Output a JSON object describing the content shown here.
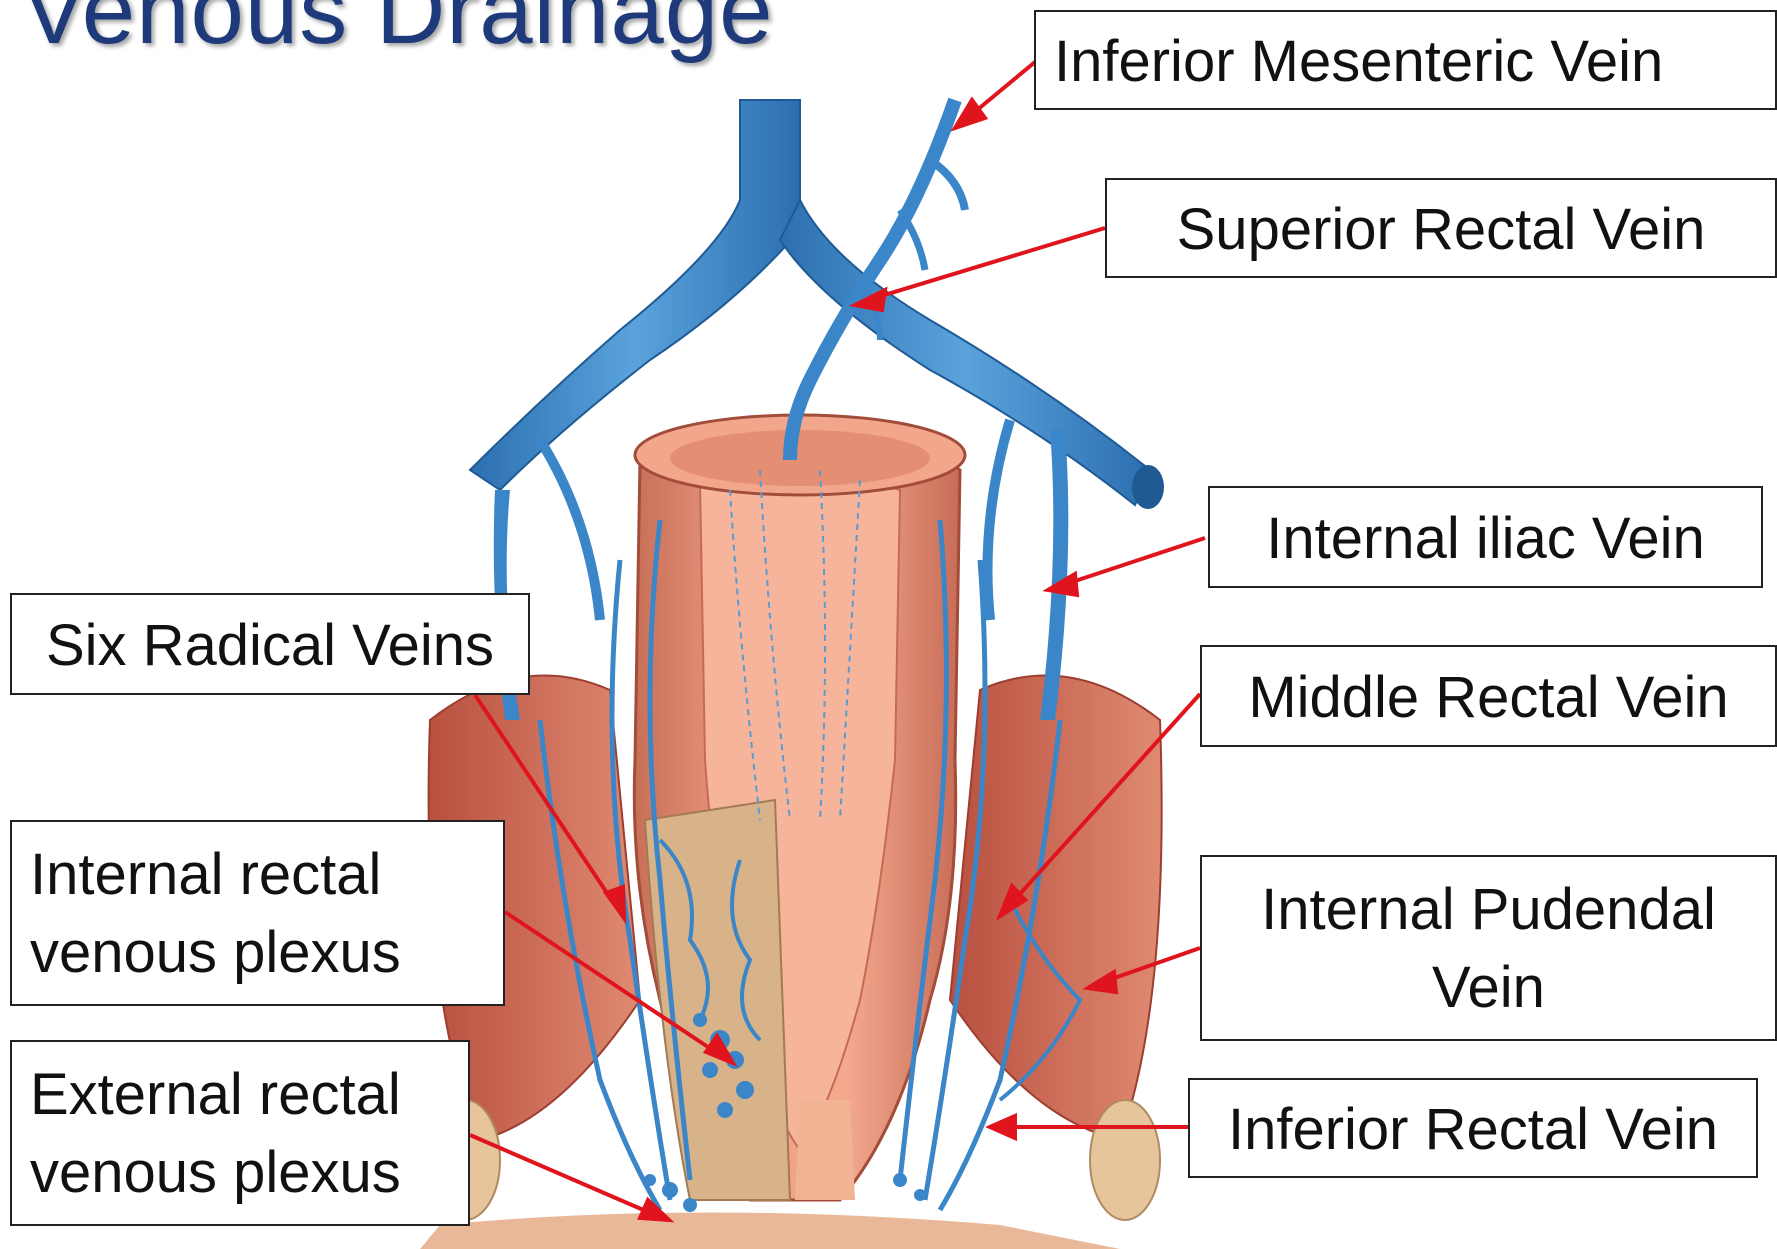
{
  "title": "Venous Drainage",
  "labels": {
    "inferior_mesenteric": "Inferior Mesenteric Vein",
    "superior_rectal": "Superior Rectal Vein",
    "internal_iliac": "Internal iliac Vein",
    "six_radical": "Six Radical Veins",
    "middle_rectal": "Middle Rectal Vein",
    "internal_plexus_line1": "Internal rectal",
    "internal_plexus_line2": "venous plexus",
    "internal_pudendal_line1": "Internal Pudendal",
    "internal_pudendal_line2": "Vein",
    "external_plexus_line1": "External rectal",
    "external_plexus_line2": "venous plexus",
    "inferior_rectal": "Inferior Rectal Vein"
  },
  "colors": {
    "title": "#1f3a7a",
    "vein": "#3a86c8",
    "muscle": "#d9826c",
    "arrow": "#e0141c"
  }
}
